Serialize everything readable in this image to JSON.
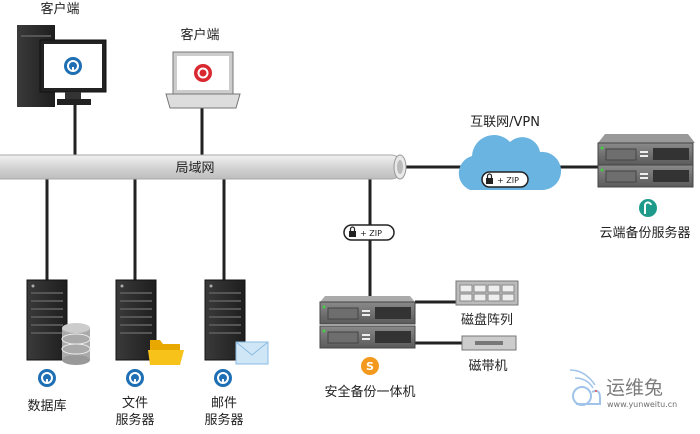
{
  "lan": {
    "label": "局域网"
  },
  "clients": [
    {
      "label": "客户端"
    },
    {
      "label": "客户端"
    }
  ],
  "servers": [
    {
      "label_line1": "数据库",
      "label_line2": ""
    },
    {
      "label_line1": "文件",
      "label_line2": "服务器"
    },
    {
      "label_line1": "邮件",
      "label_line2": "服务器"
    }
  ],
  "appliance": {
    "label": "安全备份一体机"
  },
  "storage": {
    "disk_array": "磁盘阵列",
    "tape": "磁带机"
  },
  "internet": {
    "label": "互联网/VPN"
  },
  "cloud_server": {
    "label": "云端备份服务器"
  },
  "badges": {
    "lan_link": "+ ZIP",
    "internet_link": "+ ZIP"
  },
  "watermark": {
    "brand": "运维兔",
    "url": "www.yunweitu.cn"
  },
  "colors": {
    "client_logo": "#1f6fb5",
    "appliance_logo": "#f39a1e",
    "cloud_logo": "#1e9a8a",
    "cloud": "#6ab4e2",
    "lan_pipe": "#d9d9d9"
  }
}
